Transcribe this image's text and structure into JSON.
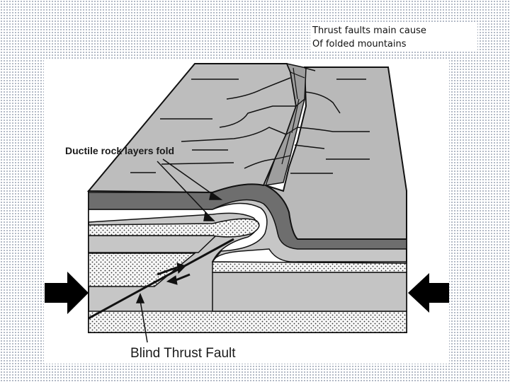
{
  "slide": {
    "caption_line1": "Thrust faults main cause",
    "caption_line2": "Of folded mountains"
  },
  "diagram": {
    "label_ductile": "Ductile rock layers fold",
    "label_fault": "Blind Thrust Fault",
    "compression_arrows": [
      "arrow-left-pushing-right",
      "arrow-right-pushing-left"
    ],
    "colors": {
      "surface": "#bdbdbd",
      "dark_layer": "#6e6e6e",
      "light_layer": "#ffffff",
      "mid_layer": "#c4c4c4",
      "dotted_layer": "#f5f5f5",
      "cliff_face": "#9e9e9e",
      "outline": "#111111"
    }
  }
}
